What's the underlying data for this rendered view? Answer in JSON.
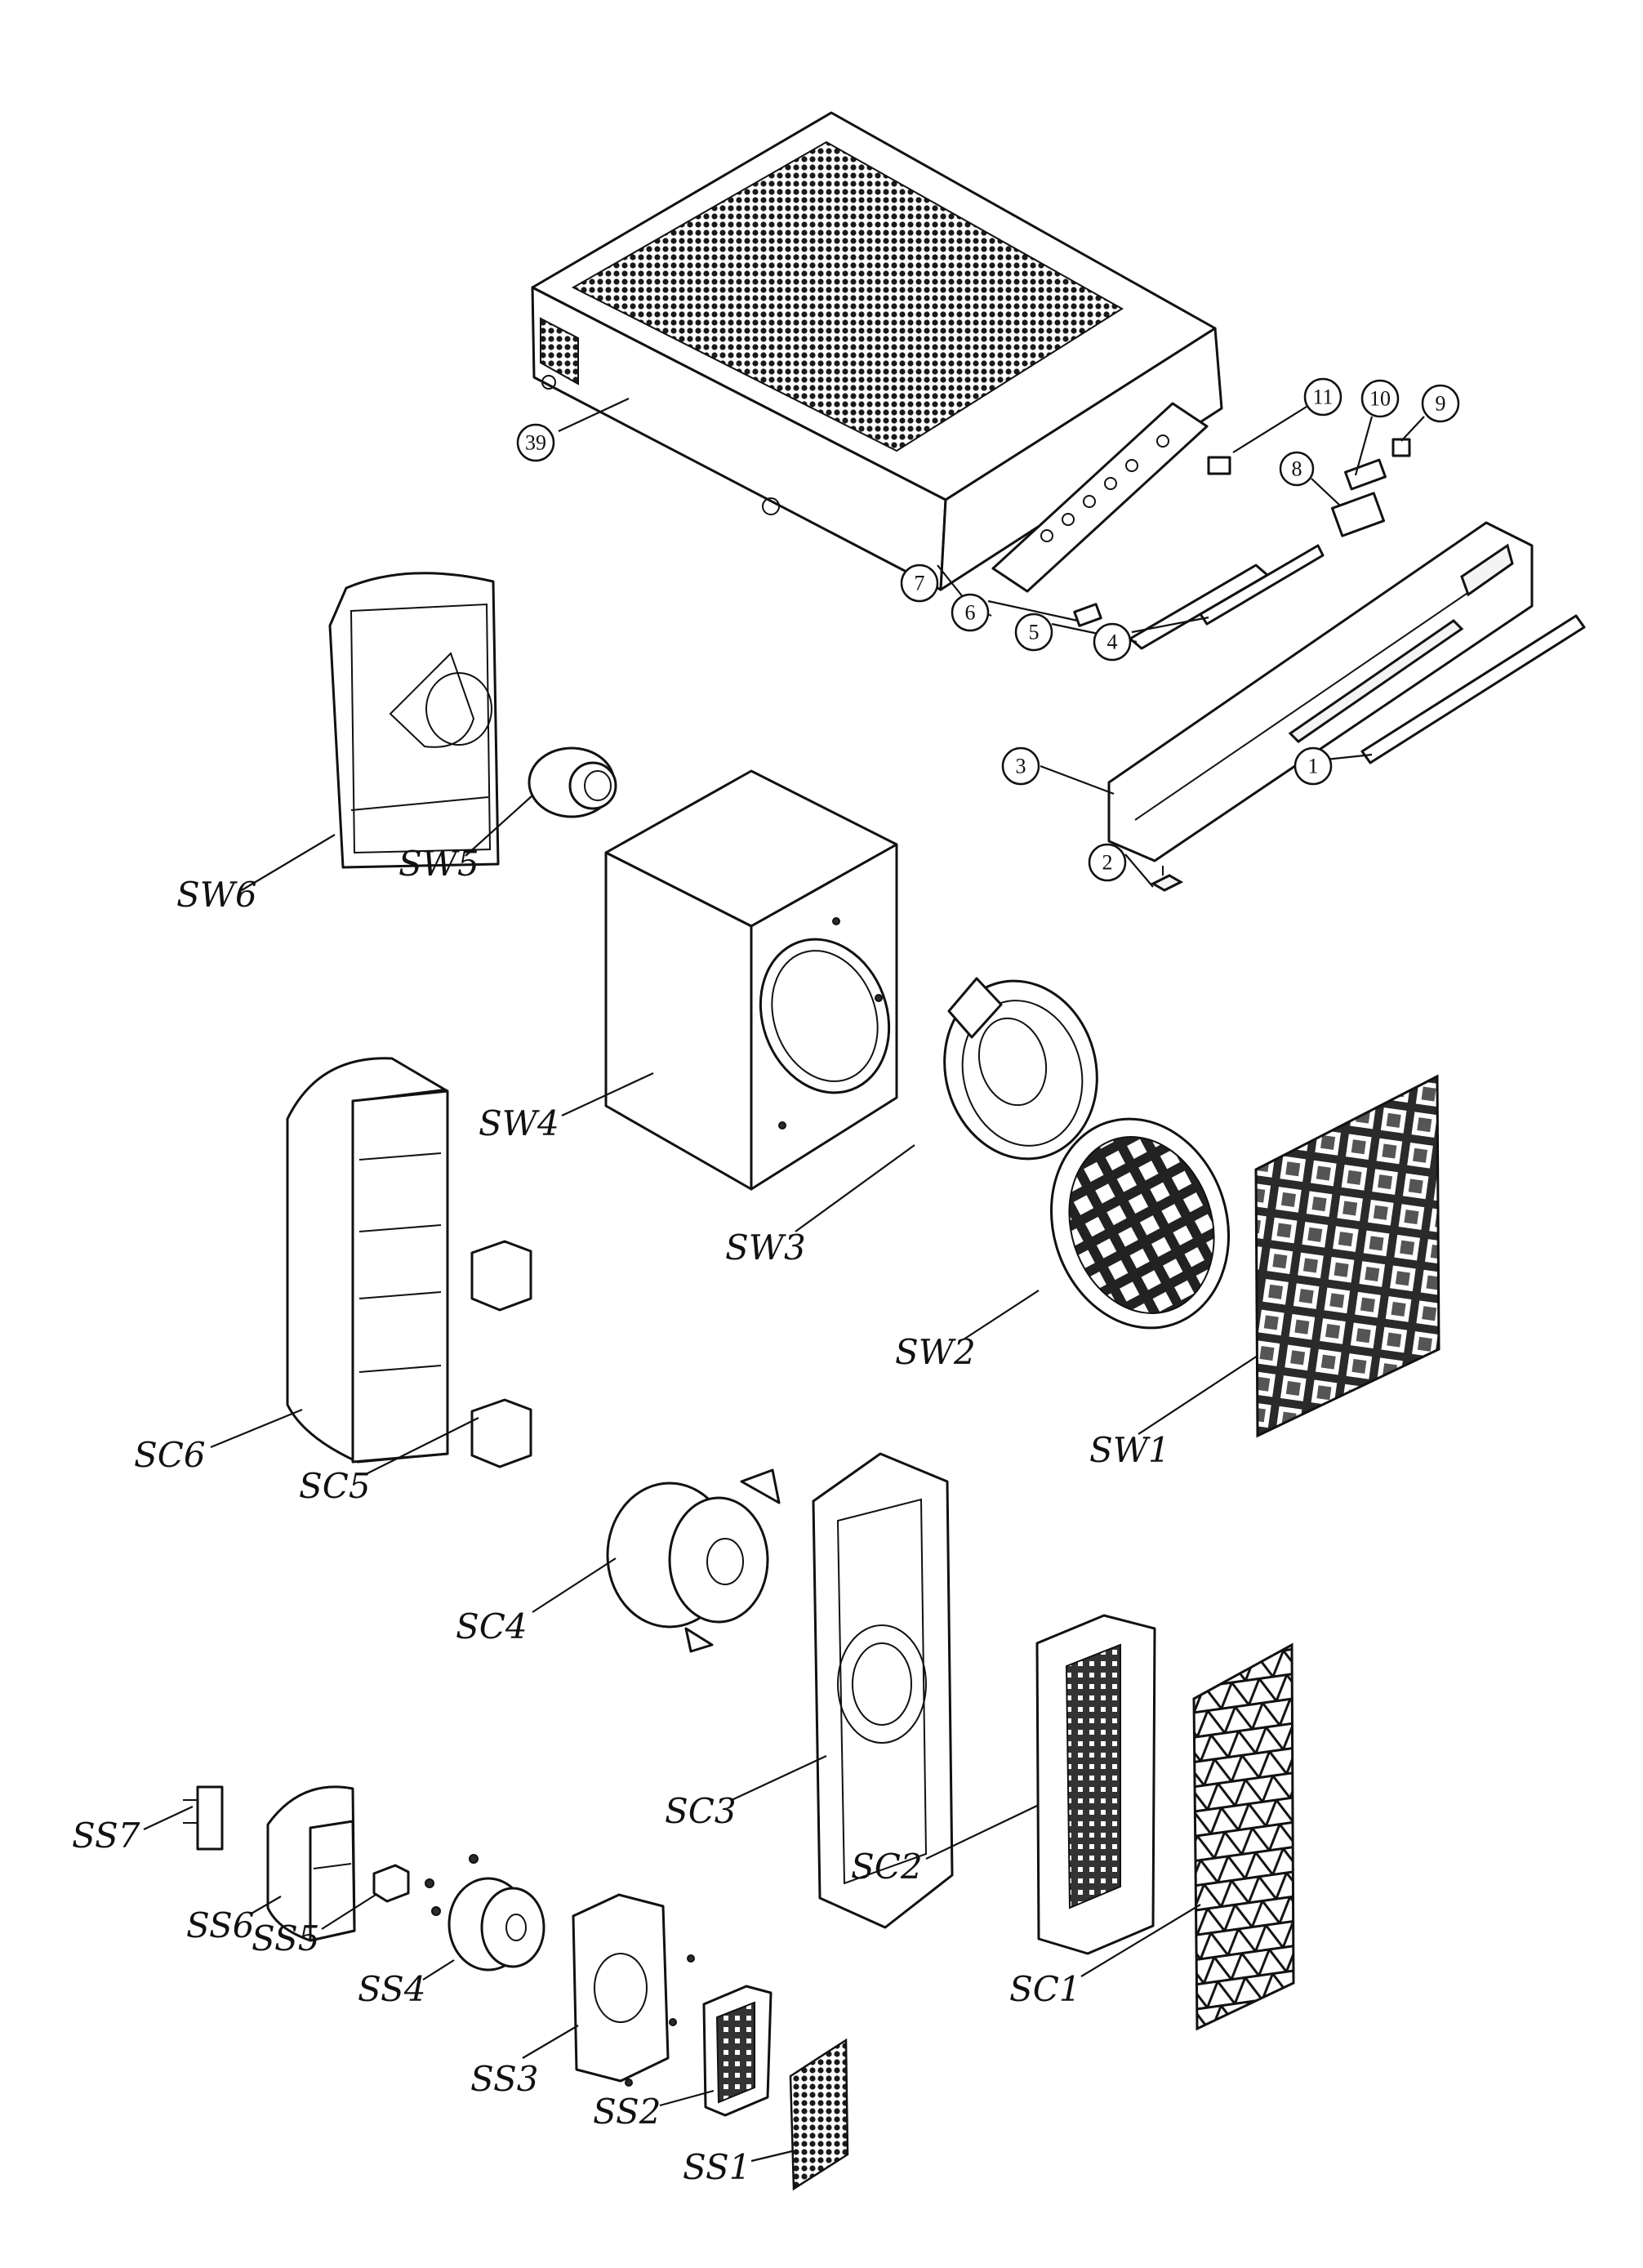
{
  "callouts": {
    "c1": "1",
    "c2": "2",
    "c3": "3",
    "c4": "4",
    "c5": "5",
    "c6": "6",
    "c7": "7",
    "c8": "8",
    "c9": "9",
    "c10": "10",
    "c11": "11",
    "c39": "39"
  },
  "labels": {
    "sw1": "SW1",
    "sw2": "SW2",
    "sw3": "SW3",
    "sw4": "SW4",
    "sw5": "SW5",
    "sw6": "SW6",
    "sc1": "SC1",
    "sc2": "SC2",
    "sc3": "SC3",
    "sc4": "SC4",
    "sc5": "SC5",
    "sc6": "SC6",
    "ss1": "SS1",
    "ss2": "SS2",
    "ss3": "SS3",
    "ss4": "SS4",
    "ss5": "SS5",
    "ss6": "SS6",
    "ss7": "SS7"
  },
  "colors": {
    "ink": "#111111",
    "paper": "#ffffff"
  }
}
